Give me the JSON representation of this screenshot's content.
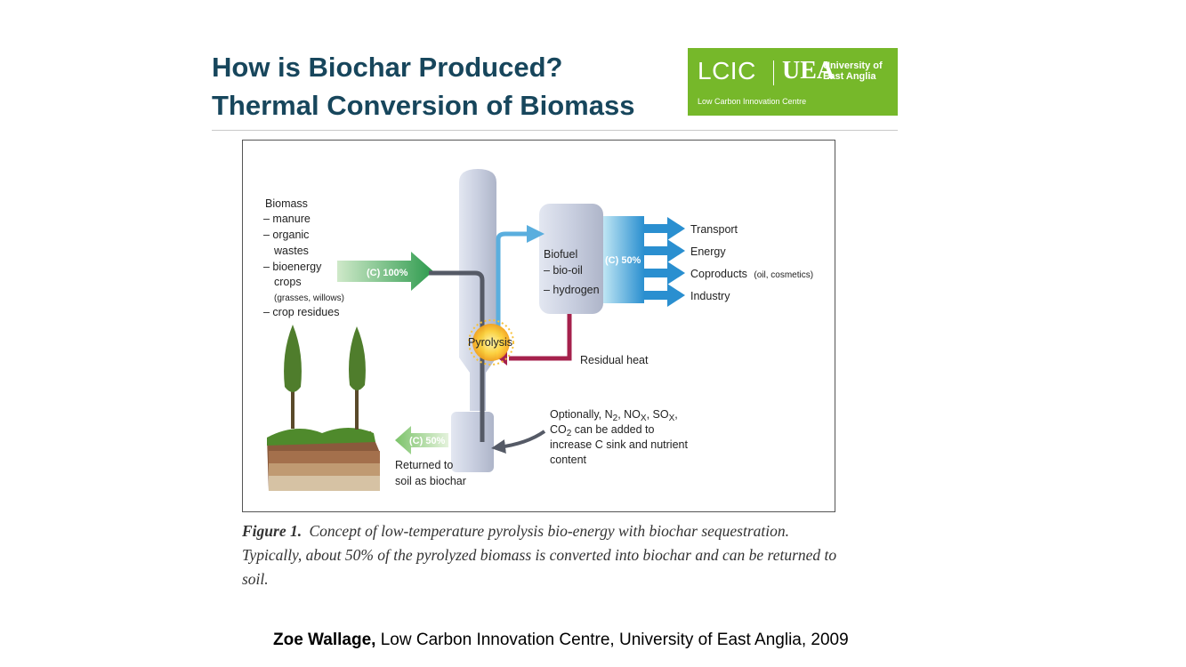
{
  "slide": {
    "title_line1": "How is Biochar Produced?",
    "title_line2": "Thermal Conversion of Biomass"
  },
  "logo": {
    "lcic": "LCIC",
    "uea": "UEA",
    "university_line1": "University of",
    "university_line2": "East Anglia",
    "centre": "Low Carbon Innovation Centre"
  },
  "diagram": {
    "biomass_heading": "Biomass",
    "biomass_items": [
      "– manure",
      "– organic",
      "wastes",
      "– bioenergy",
      "crops",
      "(grasses, willows)",
      "– crop residues"
    ],
    "input_arrow_label": "(C) 100%",
    "pyrolysis_label": "Pyrolysis",
    "biofuel_heading": "Biofuel",
    "biofuel_items": [
      "– bio-oil",
      "– hydrogen"
    ],
    "output_arrow_label": "(C) 50%",
    "outputs": [
      "Transport",
      "Energy",
      "Coproducts",
      "Industry"
    ],
    "coproducts_note": "(oil, cosmetics)",
    "residual_heat_label": "Residual heat",
    "optional_note_line1": "Optionally, N",
    "optional_note_sub1": "2",
    "optional_note_mid1": ", NO",
    "optional_note_sub2": "X",
    "optional_note_mid2": ", SO",
    "optional_note_sub3": "X",
    "optional_note_end1": ",",
    "optional_note_line2_pre": "CO",
    "optional_note_sub4": "2",
    "optional_note_line2_post": " can be added to",
    "optional_note_line3": "increase C sink and nutrient",
    "optional_note_line4": "content",
    "soil_arrow_label": "(C) 50%",
    "returned_line1": "Returned to",
    "returned_line2": "soil as biochar"
  },
  "caption": {
    "figure_label": "Figure 1.",
    "text": "Concept of low-temperature pyrolysis bio-energy with biochar sequestration. Typically, about 50% of the pyrolyzed biomass is converted into biochar and can be returned to soil."
  },
  "credit": {
    "author": "Zoe Wallage,",
    "rest": " Low Carbon Innovation Centre, University of East Anglia, 2009"
  },
  "colors": {
    "title": "#17465c",
    "logo_green": "#76b82a",
    "input_arrow_green": "#2e9b4e",
    "output_arrow_blue": "#2a8fd0",
    "residual_heat_red": "#a5214c",
    "reactor_grey": "#c9cfe0"
  }
}
